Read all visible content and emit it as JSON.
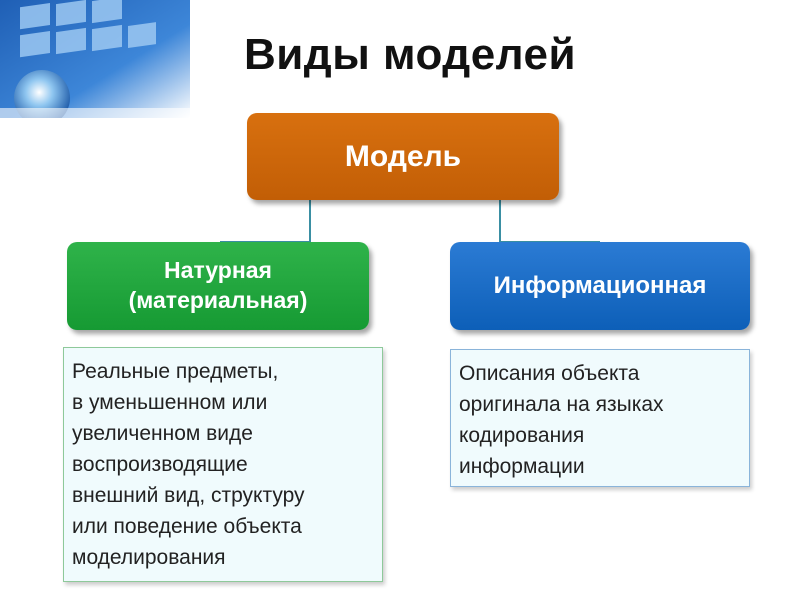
{
  "title": "Виды моделей",
  "root": {
    "label": "Модель",
    "color": "#c96508"
  },
  "children": [
    {
      "label": "Натурная\n(материальная)",
      "color": "#1fa63d",
      "description": "Реальные предметы,\nв уменьшенном или\nувеличенном виде\nвоспроизводящие\nвнешний вид, структуру\nили поведение объекта\nмоделирования"
    },
    {
      "label": "Информационная",
      "color": "#1267c4",
      "description": "Описания объекта\nоригинала на языках\nкодирования\nинформации"
    }
  ],
  "connector_color": "#3a8fa3"
}
